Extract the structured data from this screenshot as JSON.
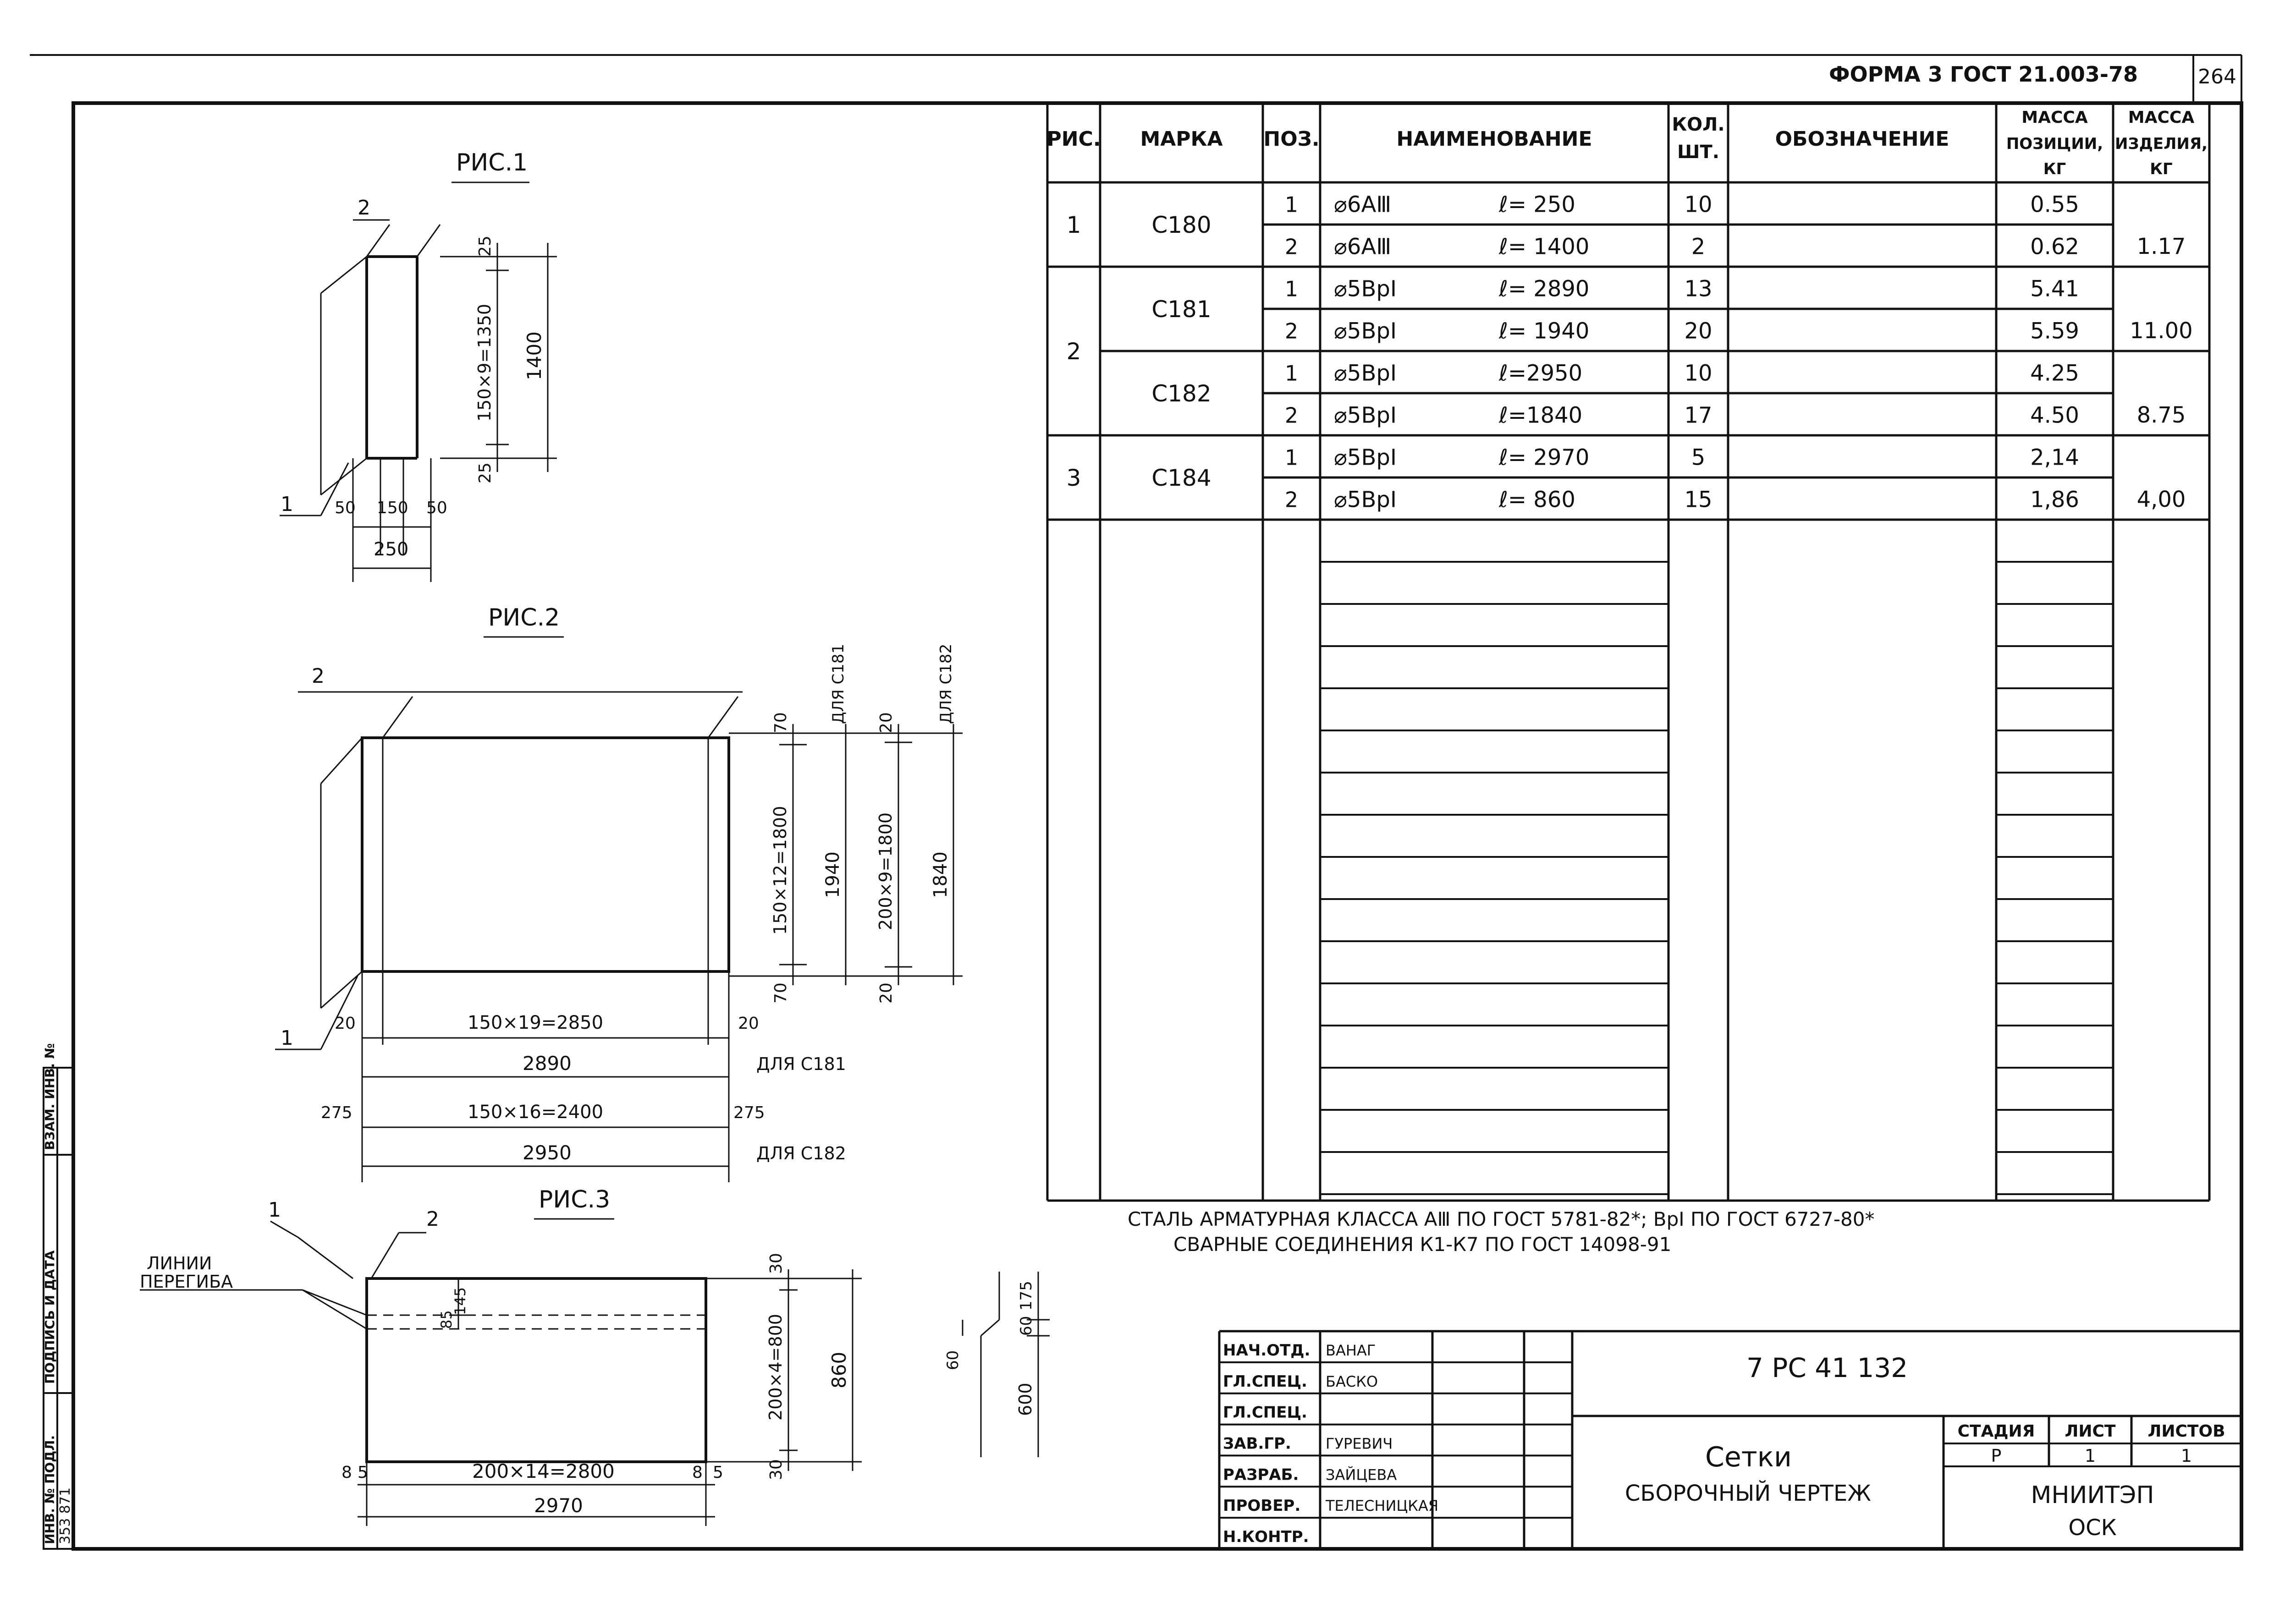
{
  "header": {
    "form_label": "ФОРМА 3 ГОСТ 21.003-78",
    "page_number": "264"
  },
  "fig1": {
    "caption": "РИС.1",
    "pos_labels": [
      "1",
      "2"
    ],
    "dims": {
      "top": "25",
      "bottom": "25",
      "spacing": "150×9=1350",
      "height": "1400",
      "left": "50",
      "mid": "150",
      "right": "50",
      "width": "250"
    }
  },
  "fig2": {
    "caption": "РИС.2",
    "pos_labels": [
      "1",
      "2"
    ],
    "dims": {
      "top_70": "70",
      "bot_70": "70",
      "spacing_c181": "150×12=1800",
      "height_c181": "1940",
      "for_c181": "ДЛЯ С181",
      "top_20": "20",
      "bot_20": "20",
      "spacing_c182": "200×9=1800",
      "height_c182": "1840",
      "for_c182": "ДЛЯ С182",
      "left_20": "20",
      "right_20": "20",
      "span_c181": "150×19=2850",
      "width_c181": "2890",
      "left_275": "275",
      "right_275": "275",
      "span_c182": "150×16=2400",
      "width_c182": "2950"
    }
  },
  "fig3": {
    "caption": "РИС.3",
    "pos_labels": [
      "1",
      "2"
    ],
    "bend_label_1": "ЛИНИИ",
    "bend_label_2": "ПЕРЕГИБА",
    "dims": {
      "top_30": "30",
      "bot_30": "30",
      "spacing": "200×4=800",
      "height": "860",
      "bend_85": "85",
      "bend_145": "145",
      "left_8": "8",
      "left_5": "5",
      "right_8": "8",
      "right_5": "5",
      "span": "200×14=2800",
      "width": "2970",
      "side_60": "60",
      "side_175": "175",
      "side_600": "600",
      "side_60b": "60"
    }
  },
  "spec": {
    "headers": {
      "fig": "РИС.",
      "mark": "МАРКА",
      "pos": "ПОЗ.",
      "name": "НАИМЕНОВАНИЕ",
      "qty_1": "КОЛ.",
      "qty_2": "ШТ.",
      "designation": "ОБОЗНАЧЕНИЕ",
      "mass_pos_1": "МАССА",
      "mass_pos_2": "ПОЗИЦИИ,",
      "mass_pos_3": "КГ",
      "mass_item_1": "МАССА",
      "mass_item_2": "ИЗДЕЛИЯ,",
      "mass_item_3": "КГ"
    },
    "groups": [
      {
        "fig": "1",
        "mark": "С180",
        "mass_item": "1.17",
        "rows": [
          {
            "pos": "1",
            "name": "⌀6АⅢ",
            "len": "ℓ= 250",
            "qty": "10",
            "mass": "0.55"
          },
          {
            "pos": "2",
            "name": "⌀6АⅢ",
            "len": "ℓ= 1400",
            "qty": "2",
            "mass": "0.62"
          }
        ]
      },
      {
        "fig": "2",
        "mark": "С181",
        "mass_item": "11.00",
        "rows": [
          {
            "pos": "1",
            "name": "⌀5ВрⅠ",
            "len": "ℓ= 2890",
            "qty": "13",
            "mass": "5.41"
          },
          {
            "pos": "2",
            "name": "⌀5ВрⅠ",
            "len": "ℓ= 1940",
            "qty": "20",
            "mass": "5.59"
          }
        ]
      },
      {
        "fig": "",
        "mark": "С182",
        "mass_item": "8.75",
        "rows": [
          {
            "pos": "1",
            "name": "⌀5ВрⅠ",
            "len": "ℓ=2950",
            "qty": "10",
            "mass": "4.25"
          },
          {
            "pos": "2",
            "name": "⌀5ВрⅠ",
            "len": "ℓ=1840",
            "qty": "17",
            "mass": "4.50"
          }
        ]
      },
      {
        "fig": "3",
        "mark": "С184",
        "mass_item": "4,00",
        "rows": [
          {
            "pos": "1",
            "name": "⌀5ВрⅠ",
            "len": "ℓ= 2970",
            "qty": "5",
            "mass": "2,14"
          },
          {
            "pos": "2",
            "name": "⌀5ВрⅠ",
            "len": "ℓ= 860",
            "qty": "15",
            "mass": "1,86"
          }
        ]
      }
    ]
  },
  "notes": {
    "line1": "СТАЛЬ АРМАТУРНАЯ КЛАССА АⅢ ПО ГОСТ 5781-82*; ВрⅠ ПО ГОСТ 6727-80*",
    "line2": "СВАРНЫЕ СОЕДИНЕНИЯ К1-К7 ПО ГОСТ 14098-91"
  },
  "side_stamp": {
    "inv_no": "ИНВ. № ПОДЛ.",
    "signature_date": "ПОДПИСЬ И ДАТА",
    "replace_inv": "ВЗАМ. ИНВ. №",
    "inv_value": "353 871"
  },
  "title_block": {
    "roles": [
      "НАЧ.ОТД.",
      "ГЛ.СПЕЦ.",
      "ГЛ.СПЕЦ.",
      "ЗАВ.ГР.",
      "РАЗРАБ.",
      "ПРОВЕР.",
      "Н.КОНТР."
    ],
    "names": [
      "ВАНАГ",
      "БАСКО",
      "",
      "ГУРЕВИЧ",
      "ЗАЙЦЕВА",
      "ТЕЛЕСНИЦКАЯ",
      ""
    ],
    "document_code": "7 РС 41 132",
    "title_1": "Сетки",
    "title_2": "СБОРОЧНЫЙ ЧЕРТЕЖ",
    "stage_label": "СТАДИЯ",
    "sheet_label": "ЛИСТ",
    "sheets_label": "ЛИСТОВ",
    "stage": "Р",
    "sheet": "1",
    "sheets": "1",
    "org_1": "МНИИТЭП",
    "org_2": "ОСК"
  }
}
